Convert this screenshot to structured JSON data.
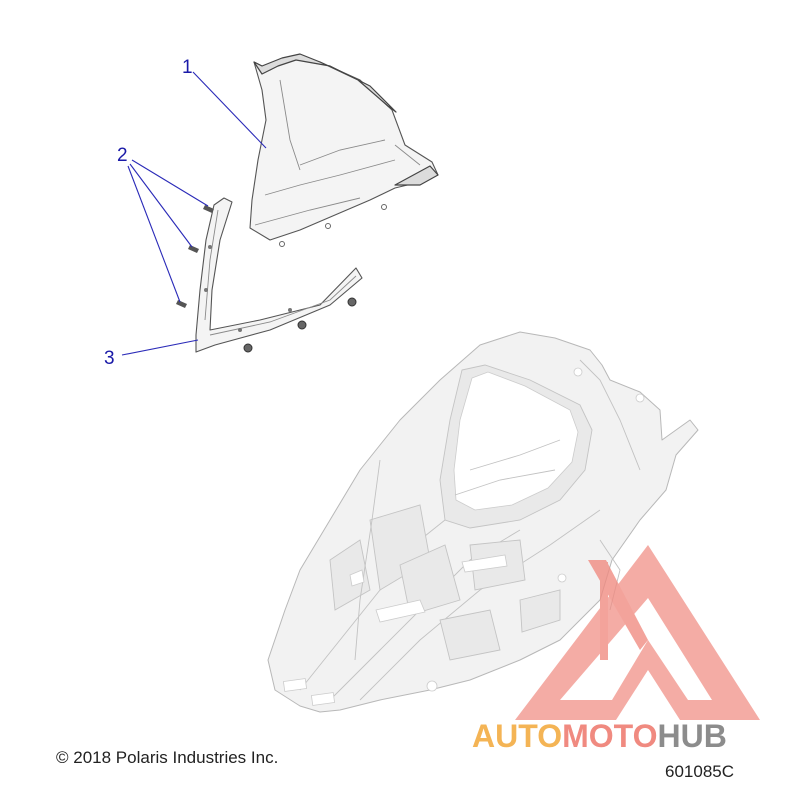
{
  "diagram": {
    "callouts": [
      {
        "label": "1",
        "part": "windshield"
      },
      {
        "label": "2",
        "part": "screw"
      },
      {
        "label": "3",
        "part": "trim-strip"
      }
    ],
    "copyright": "© 2018 Polaris Industries Inc.",
    "part_number": "601085C"
  },
  "watermark": {
    "brand_auto": "AUTO",
    "brand_moto": "MOTO",
    "brand_hub": "HUB",
    "colors": {
      "auto": "#f4b455",
      "moto": "#f08a80",
      "hub": "#8c8c8c",
      "logo": "#f08a80"
    }
  }
}
